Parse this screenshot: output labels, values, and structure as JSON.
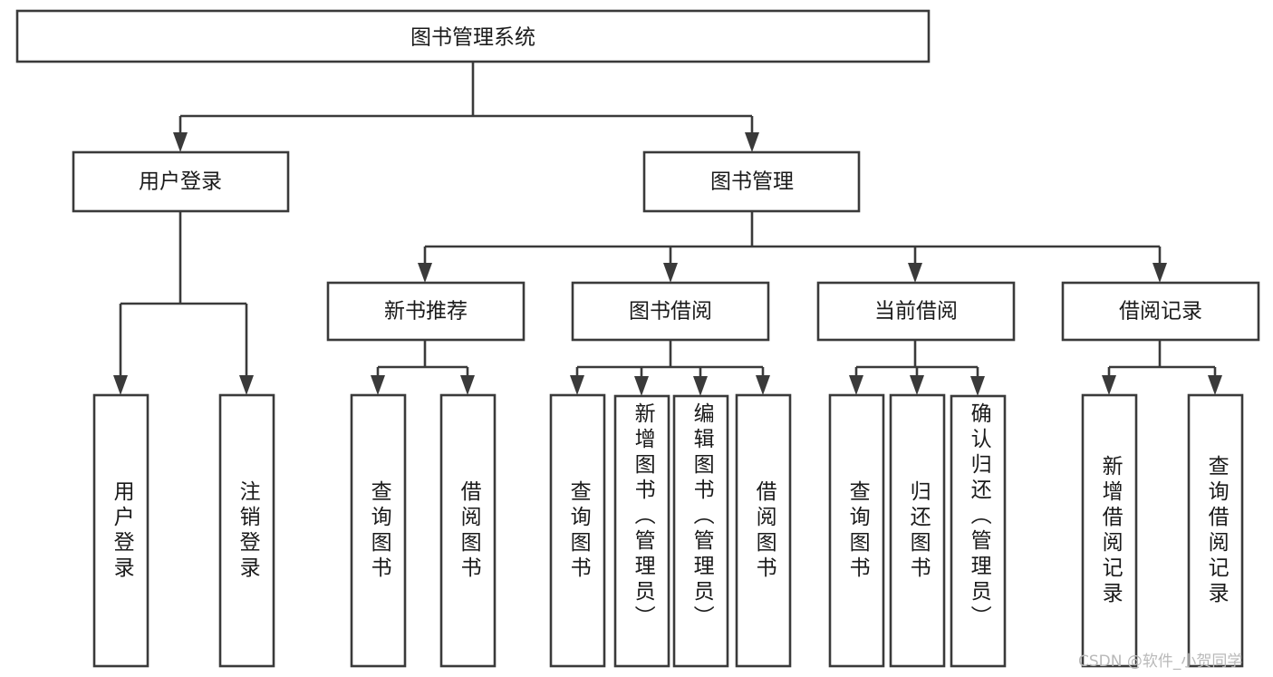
{
  "diagram": {
    "type": "tree-hierarchy",
    "title": "图书管理系统",
    "watermark": "CSDN @软件_小贺同学",
    "colors": {
      "stroke": "#3a3a3a",
      "box_fill": "#ffffff",
      "text": "#1a1a1a",
      "background": "#ffffff",
      "watermark": "#b9b9b9"
    },
    "root": {
      "label": "图书管理系统"
    },
    "level2": [
      {
        "label": "用户登录"
      },
      {
        "label": "图书管理"
      }
    ],
    "level3": [
      {
        "label": "新书推荐"
      },
      {
        "label": "图书借阅"
      },
      {
        "label": "当前借阅"
      },
      {
        "label": "借阅记录"
      }
    ],
    "leaves": {
      "user_login": [
        {
          "label": "用户登录"
        },
        {
          "label": "注销登录"
        }
      ],
      "new_book": [
        {
          "label": "查询图书"
        },
        {
          "label": "借阅图书"
        }
      ],
      "borrow_book": [
        {
          "label": "查询图书"
        },
        {
          "label": "新增图书（管理员）"
        },
        {
          "label": "编辑图书（管理员）"
        },
        {
          "label": "借阅图书"
        }
      ],
      "current_borrow": [
        {
          "label": "查询图书"
        },
        {
          "label": "归还图书"
        },
        {
          "label": "确认归还（管理员）"
        }
      ],
      "borrow_record": [
        {
          "label": "新增借阅记录"
        },
        {
          "label": "查询借阅记录"
        }
      ]
    }
  }
}
